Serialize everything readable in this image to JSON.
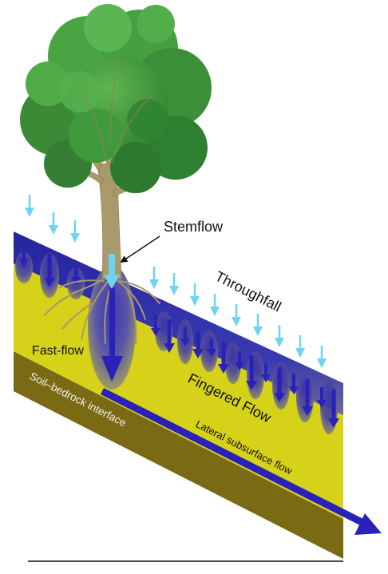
{
  "labels": {
    "stemflow": "Stemflow",
    "throughfall": "Throughfall",
    "fast_flow": "Fast-flow",
    "fingered_flow": "Fingered Flow",
    "soil_bedrock": "Soil–bedrock interface",
    "lateral_flow": "Lateral subsurface flow"
  },
  "colors": {
    "soil": "#d6d21a",
    "bedrock": "#7a6a14",
    "wet_band": "#2a2aa8",
    "flow_arrow": "#2a22b8",
    "rain_arrow": "#6fd3f2",
    "trunk": "#a89a6a",
    "canopy": "#3f9a3c"
  }
}
